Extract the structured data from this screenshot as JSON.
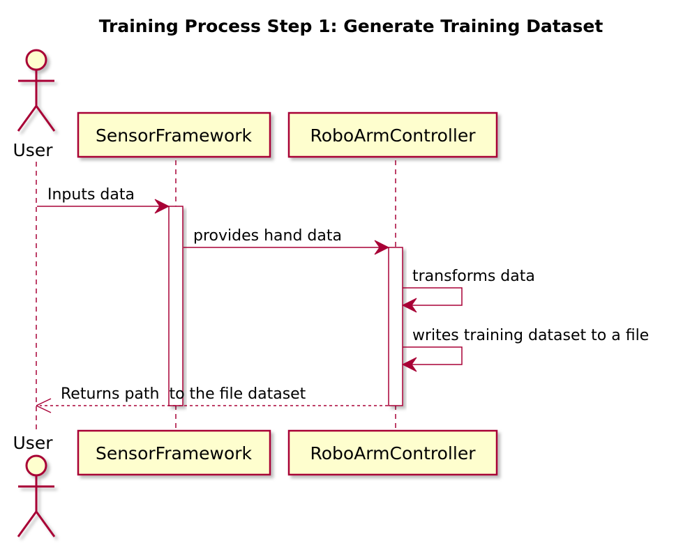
{
  "title": "Training Process Step 1: Generate Training Dataset",
  "colors": {
    "line": "#A80036",
    "box_fill": "#FEFECE",
    "shadow": "#C8C8C8"
  },
  "participants": {
    "user": {
      "label": "User",
      "kind": "actor"
    },
    "sensor": {
      "label": "SensorFramework",
      "kind": "participant"
    },
    "robo": {
      "label": "RoboArmController",
      "kind": "participant"
    }
  },
  "messages": [
    {
      "id": "m1",
      "from": "User",
      "to": "SensorFramework",
      "label": "Inputs data",
      "style": "solid"
    },
    {
      "id": "m2",
      "from": "SensorFramework",
      "to": "RoboArmController",
      "label": "provides hand data",
      "style": "solid"
    },
    {
      "id": "m3",
      "from": "RoboArmController",
      "to": "RoboArmController",
      "label": "transforms data",
      "style": "self"
    },
    {
      "id": "m4",
      "from": "RoboArmController",
      "to": "RoboArmController",
      "label": "writes training dataset to a file",
      "style": "self"
    },
    {
      "id": "m5",
      "from": "RoboArmController",
      "to": "User",
      "label": "Returns path  to the file dataset",
      "style": "dashed"
    }
  ]
}
